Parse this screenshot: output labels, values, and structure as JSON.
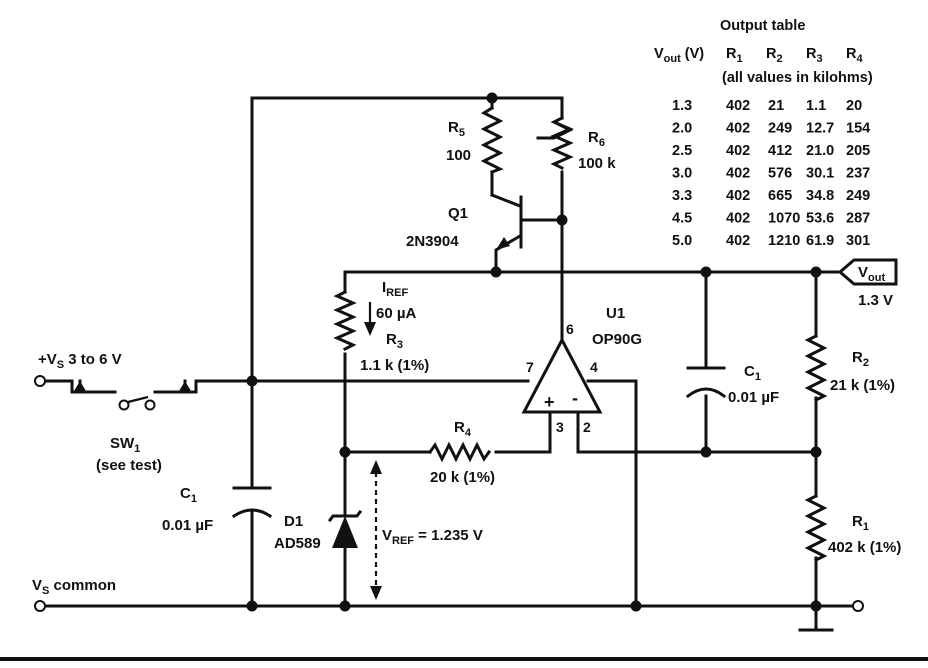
{
  "labels": {
    "vs_in_main": "+V",
    "vs_in_sub": "S",
    "vs_in_rest": " 3 to 6 V",
    "sw_main": "SW",
    "sw_sub": "1",
    "sw_note": "(see test)",
    "c1l_main": "C",
    "c1l_sub": "1",
    "c1l_val": "0.01 µF",
    "d1_name": "D1",
    "d1_part": "AD589",
    "vs_common_main": "V",
    "vs_common_sub": "S",
    "vs_common_rest": " common",
    "r5_main": "R",
    "r5_sub": "5",
    "r5_val": "100",
    "r6_main": "R",
    "r6_sub": "6",
    "r6_val": "100 k",
    "q1_name": "Q1",
    "q1_part": "2N3904",
    "iref_main": "I",
    "iref_sub": "REF",
    "iref_val": "60 µA",
    "r3_main": "R",
    "r3_sub": "3",
    "r3_val": "1.1 k (1%)",
    "r4_main": "R",
    "r4_sub": "4",
    "r4_val": "20 k (1%)",
    "vref_main": "V",
    "vref_sub": "REF",
    "vref_rest": " = 1.235 V",
    "u1_name": "U1",
    "u1_part": "OP90G",
    "pin6": "6",
    "pin7": "7",
    "pin4": "4",
    "pin3": "3",
    "pin2": "2",
    "plus": "+",
    "minus": "-",
    "c1r_main": "C",
    "c1r_sub": "1",
    "c1r_val": "0.01 µF",
    "r2_main": "R",
    "r2_sub": "2",
    "r2_val": "21 k (1%)",
    "r1_main": "R",
    "r1_sub": "1",
    "r1_val": "402 k (1%)",
    "vout_main": "V",
    "vout_sub": "out",
    "vout_val": "1.3 V"
  },
  "table": {
    "title": "Output table",
    "headers": [
      {
        "main": "V",
        "sub": "out",
        "rest": " (V)"
      },
      {
        "main": "R",
        "sub": "1",
        "rest": ""
      },
      {
        "main": "R",
        "sub": "2",
        "rest": ""
      },
      {
        "main": "R",
        "sub": "3",
        "rest": ""
      },
      {
        "main": "R",
        "sub": "4",
        "rest": ""
      }
    ],
    "note": "(all values in kilohms)",
    "rows": [
      [
        "1.3",
        "402",
        "21",
        "1.1",
        "20"
      ],
      [
        "2.0",
        "402",
        "249",
        "12.7",
        "154"
      ],
      [
        "2.5",
        "402",
        "412",
        "21.0",
        "205"
      ],
      [
        "3.0",
        "402",
        "576",
        "30.1",
        "237"
      ],
      [
        "3.3",
        "402",
        "665",
        "34.8",
        "249"
      ],
      [
        "4.5",
        "402",
        "1070",
        "53.6",
        "287"
      ],
      [
        "5.0",
        "402",
        "1210",
        "61.9",
        "301"
      ]
    ]
  }
}
